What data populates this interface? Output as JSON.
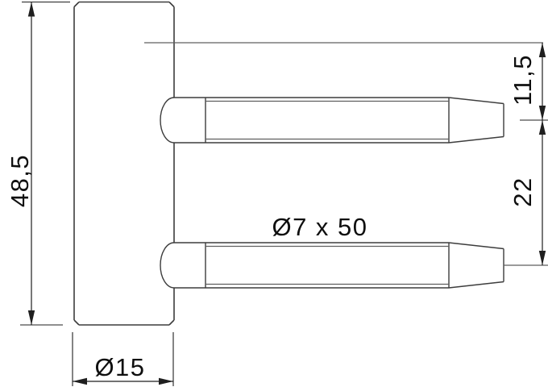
{
  "drawing": {
    "labels": {
      "body_height": "48,5",
      "offset_top": "11,5",
      "pin_spacing": "22",
      "pin_size": "Ø7 x 50",
      "body_diameter": "Ø15"
    },
    "colors": {
      "background": "#ffffff",
      "outline": "#3d3d3d",
      "thin_line": "#5f5f5f",
      "dimension": "#1f1f1f",
      "text": "#0f0f0f"
    }
  }
}
